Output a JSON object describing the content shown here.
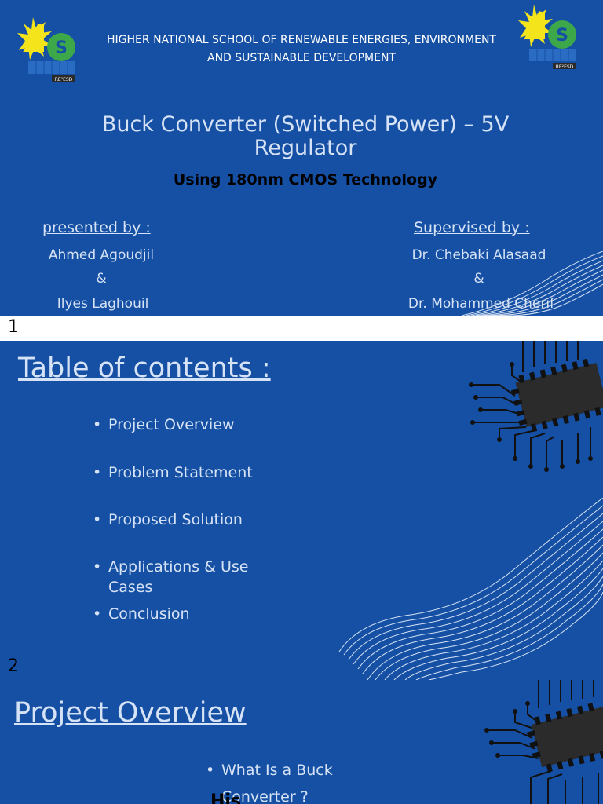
{
  "slide1": {
    "school_line1": "HIGHER NATIONAL SCHOOL OF RENEWABLE ENERGIES, ENVIRONMENT",
    "school_line2": "AND SUSTAINABLE DEVELOPMENT",
    "title_line1": "Buck Converter (Switched Power) – 5V",
    "title_line2": "Regulator",
    "subtitle": "Using 180nm CMOS Technology",
    "presented_heading": "presented by :",
    "presenter1": "Ahmed Agoudjil",
    "presented_amp": "&",
    "presenter2": "Ilyes Laghouil",
    "supervised_heading": "Supervised by :",
    "supervisor1": "Dr. Chebaki Alasaad",
    "supervised_amp": "&",
    "supervisor2": "Dr. Mohammed Cherif",
    "logo_text": "RE²ESD"
  },
  "slide2": {
    "number": "1",
    "title": "Table of contents :",
    "items": [
      "Project Overview",
      "Problem Statement",
      "Proposed Solution",
      "Applications & Use Cases",
      "Conclusion"
    ]
  },
  "slide3": {
    "number": "2",
    "title": "Project Overview",
    "item1": "What Is a Buck Converter ?",
    "cut_text": "His"
  },
  "bullet": "•",
  "colors": {
    "slide_bg": "#1550a4",
    "text_light": "#d6e2f5",
    "logo_yellow": "#f4e41c",
    "logo_green": "#3da84a",
    "chip_dark": "#2b2b2b"
  },
  "icons": [
    "school-logo-icon",
    "microchip-icon",
    "wave-lines-decoration"
  ]
}
